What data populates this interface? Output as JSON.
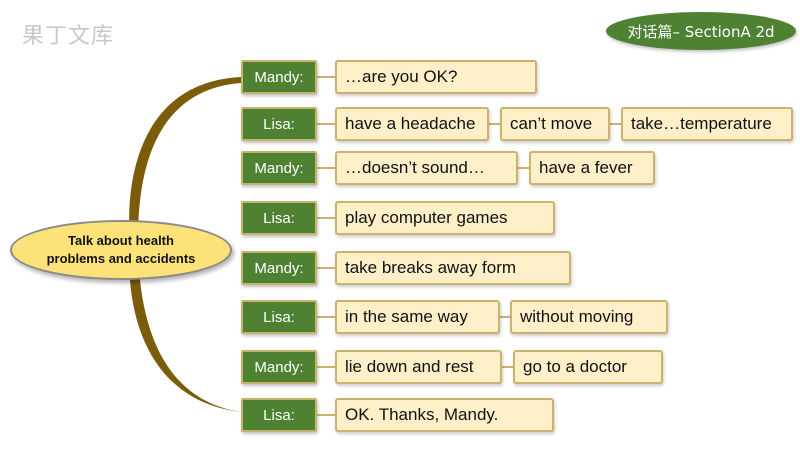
{
  "watermark": "果丁文库",
  "badge": "对话篇– SectionA 2d",
  "center": {
    "line1": "Talk about health",
    "line2": "problems and accidents"
  },
  "rows": [
    {
      "speaker": "Mandy:",
      "phrases": [
        "…are you OK?"
      ]
    },
    {
      "speaker": "Lisa:",
      "phrases": [
        "have a headache",
        "can’t move",
        "take…temperature"
      ]
    },
    {
      "speaker": "Mandy:",
      "phrases": [
        "…doesn’t sound…",
        "have a fever"
      ]
    },
    {
      "speaker": "Lisa:",
      "phrases": [
        "play computer games"
      ]
    },
    {
      "speaker": "Mandy:",
      "phrases": [
        "take breaks away form"
      ]
    },
    {
      "speaker": "Lisa:",
      "phrases": [
        "in the same way",
        "without moving"
      ]
    },
    {
      "speaker": "Mandy:",
      "phrases": [
        "lie down and rest",
        "go to a doctor"
      ]
    },
    {
      "speaker": "Lisa:",
      "phrases": [
        "OK. Thanks, Mandy."
      ]
    }
  ],
  "colors": {
    "speaker_bg": "#4e8232",
    "phrase_bg": "#fdf0c8",
    "center_bg": "#fde27a",
    "branch": "#7a5c0a"
  }
}
